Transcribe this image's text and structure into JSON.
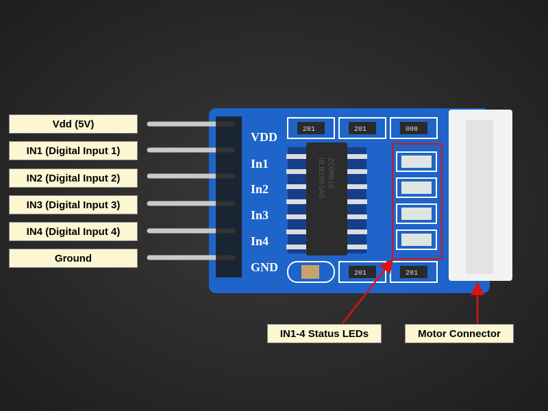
{
  "pin_labels": [
    "Vdd (5V)",
    "IN1 (Digital Input 1)",
    "IN2 (Digital Input 2)",
    "IN3 (Digital Input 3)",
    "IN4 (Digital Input 4)",
    "Ground"
  ],
  "silkscreen": [
    "VDD",
    "In1",
    "In2",
    "In3",
    "In4",
    "GND"
  ],
  "callouts": {
    "leds": "IN1-4 Status LEDs",
    "connector": "Motor Connector"
  },
  "components": {
    "resistor_code": "201",
    "resistor_code_alt": "000",
    "chip_line1": "ZCGM01E",
    "chip_line2": "ULN2003AG"
  },
  "colors": {
    "board": "#1f64c8",
    "highlight": "#e01010",
    "label_bg": "#fdf6d3"
  }
}
